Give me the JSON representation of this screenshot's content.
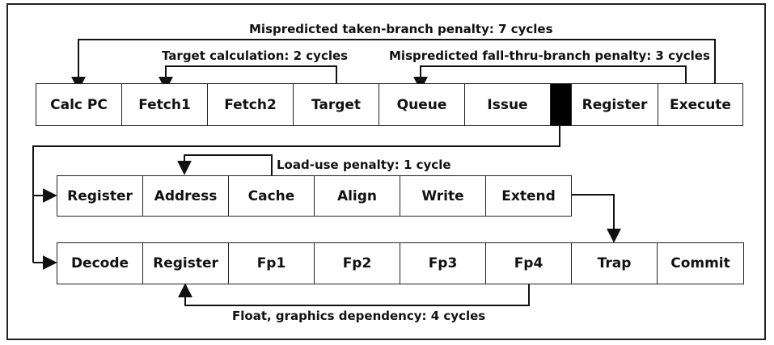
{
  "row1": {
    "stages": [
      "Calc PC",
      "Fetch1",
      "Fetch2",
      "Target",
      "Queue",
      "Issue",
      "",
      "Register",
      "Execute"
    ]
  },
  "row2": {
    "stages": [
      "Register",
      "Address",
      "Cache",
      "Align",
      "Write",
      "Extend"
    ]
  },
  "row3": {
    "stages": [
      "Decode",
      "Register",
      "Fp1",
      "Fp2",
      "Fp3",
      "Fp4",
      "Trap",
      "Commit"
    ]
  },
  "labels": {
    "taken_branch": "Mispredicted taken-branch penalty: 7 cycles",
    "target_calc": "Target calculation: 2 cycles",
    "fallthru_branch": "Mispredicted fall-thru-branch penalty: 3 cycles",
    "load_use": "Load-use penalty: 1 cycle",
    "float_dep": "Float, graphics dependency: 4 cycles"
  }
}
